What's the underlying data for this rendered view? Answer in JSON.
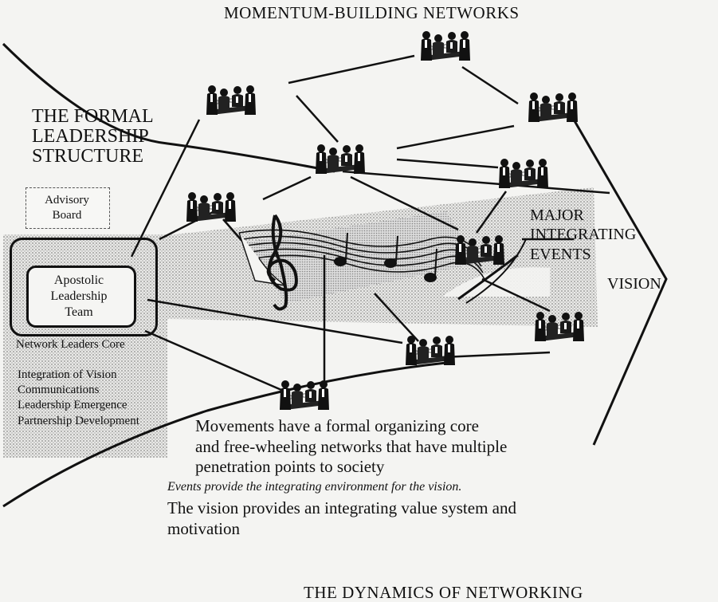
{
  "title": "MOMENTUM-BUILDING NETWORKS",
  "formal_structure": "THE FORMAL\nLEADERSHIP\nSTRUCTURE",
  "advisory_board": "Advisory\nBoard",
  "apostolic_team": "Apostolic\nLeadership\nTeam",
  "network_core": "Network Leaders Core",
  "functions": [
    "Integration of Vision",
    "Communications",
    "Leadership Emergence",
    "Partnership Development"
  ],
  "major_events": "MAJOR\nINTEGRATING\nEVENTS",
  "vision_label": "VISION",
  "caption_main": "Movements have a formal organizing core\nand free-wheeling networks that have multiple\npenetration points to society",
  "caption_events": "Events provide the integrating environment for the vision.",
  "caption_vision": "The vision provides an integrating value system and\nmotivation",
  "bottom_title": "THE DYNAMICS OF NETWORKING",
  "icons": {
    "group": "people-meeting-icon",
    "music": "music-staff-icon"
  },
  "colors": {
    "ink": "#111111",
    "paper": "#f4f4f2",
    "stipple": "#9a9a9a"
  }
}
